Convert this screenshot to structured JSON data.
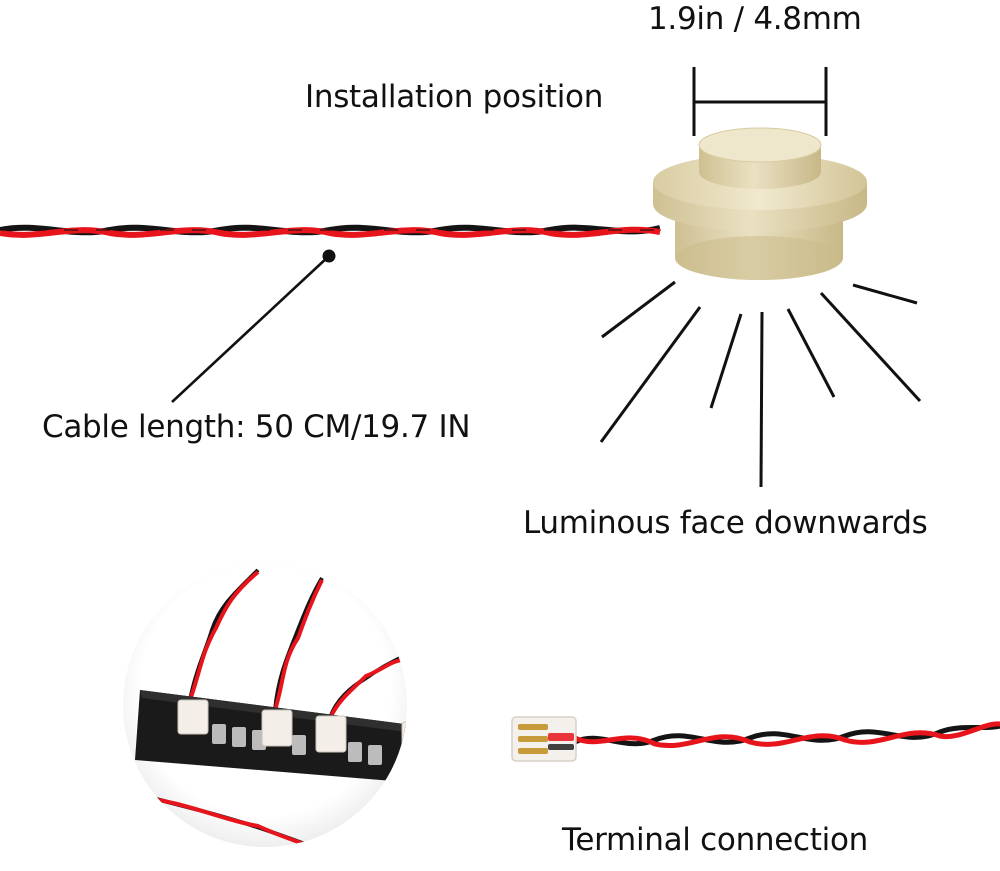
{
  "labels": {
    "dimension": "1.9in / 4.8mm",
    "installation": "Installation position",
    "cable_length": "Cable length: 50 CM/19.7 IN",
    "luminous_face": "Luminous face downwards",
    "terminal": "Terminal connection"
  },
  "icons": {
    "light_brick": "round-light-brick-icon",
    "cable": "twisted-cable-icon",
    "expansion_board": "expansion-board-icon",
    "connector": "terminal-connector-icon"
  },
  "colors": {
    "wire_red": "#e8141c",
    "wire_black": "#141414",
    "brick": "#e9dfbe",
    "board": "#1a1a1a",
    "text": "#111111"
  }
}
